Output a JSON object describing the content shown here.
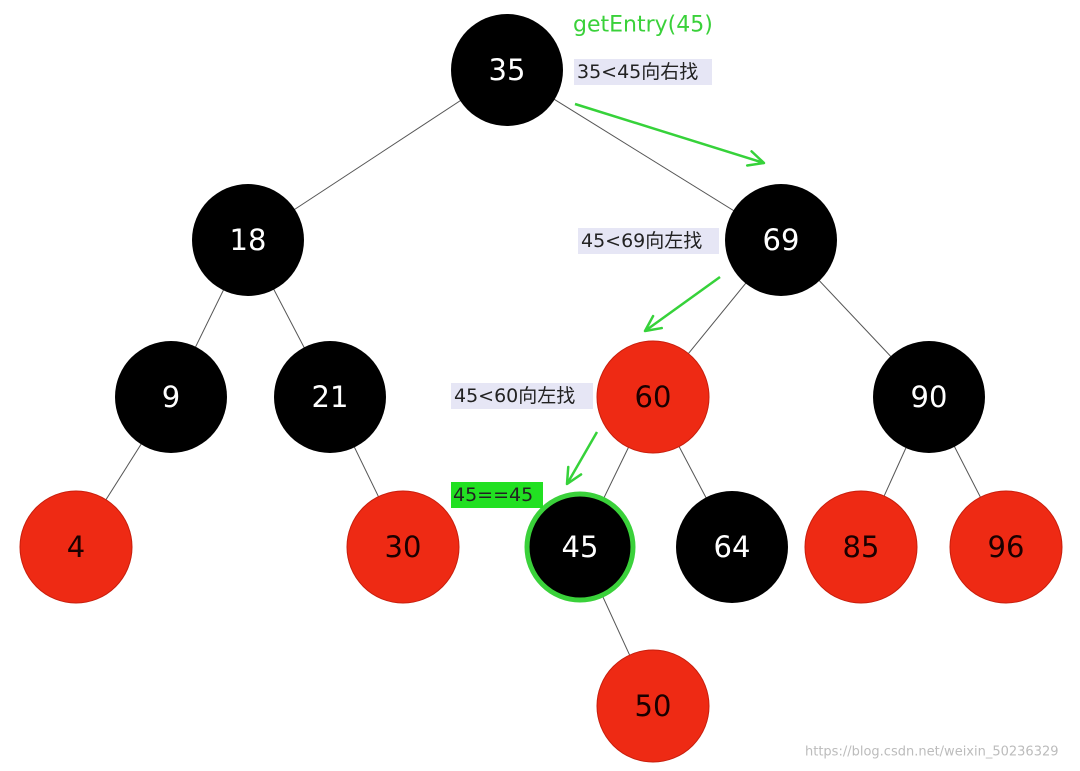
{
  "diagram": {
    "title": "getEntry(45)",
    "watermark": "https://blog.csdn.net/weixin_50236329",
    "colors": {
      "black_node": "#000000",
      "red_node": "#ee2a14",
      "found_ring": "#3ad13a",
      "arrow": "#36d23a",
      "annotation_bg": "#e6e6f5",
      "match_bg": "#22e022"
    },
    "nodes": [
      {
        "id": "n35",
        "label": "35",
        "color": "black"
      },
      {
        "id": "n18",
        "label": "18",
        "color": "black"
      },
      {
        "id": "n69",
        "label": "69",
        "color": "black"
      },
      {
        "id": "n9",
        "label": "9",
        "color": "black"
      },
      {
        "id": "n21",
        "label": "21",
        "color": "black"
      },
      {
        "id": "n60",
        "label": "60",
        "color": "red"
      },
      {
        "id": "n90",
        "label": "90",
        "color": "black"
      },
      {
        "id": "n4",
        "label": "4",
        "color": "red"
      },
      {
        "id": "n30",
        "label": "30",
        "color": "red"
      },
      {
        "id": "n45",
        "label": "45",
        "color": "black",
        "found": true
      },
      {
        "id": "n64",
        "label": "64",
        "color": "black"
      },
      {
        "id": "n85",
        "label": "85",
        "color": "red"
      },
      {
        "id": "n96",
        "label": "96",
        "color": "red"
      },
      {
        "id": "n50",
        "label": "50",
        "color": "red"
      }
    ],
    "edges": [
      [
        "n35",
        "n18"
      ],
      [
        "n35",
        "n69"
      ],
      [
        "n18",
        "n9"
      ],
      [
        "n18",
        "n21"
      ],
      [
        "n69",
        "n60"
      ],
      [
        "n69",
        "n90"
      ],
      [
        "n9",
        "n4"
      ],
      [
        "n21",
        "n30"
      ],
      [
        "n60",
        "n45"
      ],
      [
        "n60",
        "n64"
      ],
      [
        "n90",
        "n85"
      ],
      [
        "n90",
        "n96"
      ],
      [
        "n45",
        "n50"
      ]
    ],
    "search_path": [
      "n35",
      "n69",
      "n60",
      "n45"
    ],
    "annotations": [
      {
        "id": "step1",
        "text": "35<45向右找"
      },
      {
        "id": "step2",
        "text": "45<69向左找"
      },
      {
        "id": "step3",
        "text": "45<60向左找"
      },
      {
        "id": "match",
        "text": "45==45"
      }
    ]
  }
}
